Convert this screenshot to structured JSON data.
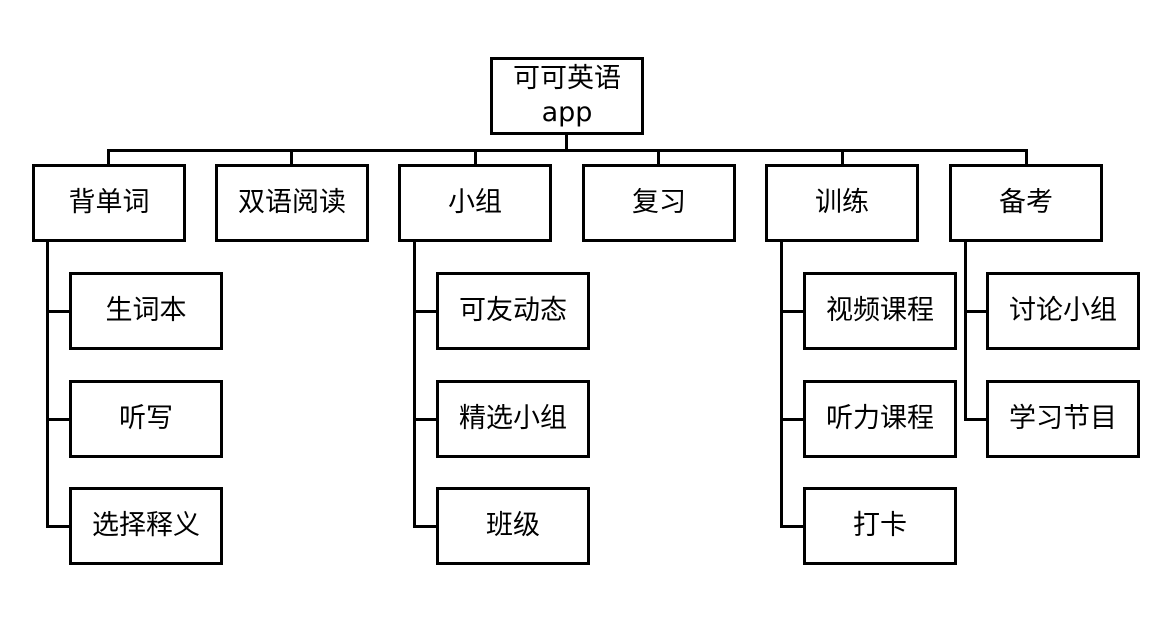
{
  "root": {
    "title": "可可英语",
    "subtitle": "app"
  },
  "categories": [
    {
      "label": "背单词",
      "children": [
        "生词本",
        "听写",
        "选择释义"
      ]
    },
    {
      "label": "双语阅读",
      "children": []
    },
    {
      "label": "小组",
      "children": [
        "可友动态",
        "精选小组",
        "班级"
      ]
    },
    {
      "label": "复习",
      "children": []
    },
    {
      "label": "训练",
      "children": [
        "视频课程",
        "听力课程",
        "打卡"
      ]
    },
    {
      "label": "备考",
      "children": [
        "讨论小组",
        "学习节目"
      ]
    }
  ]
}
